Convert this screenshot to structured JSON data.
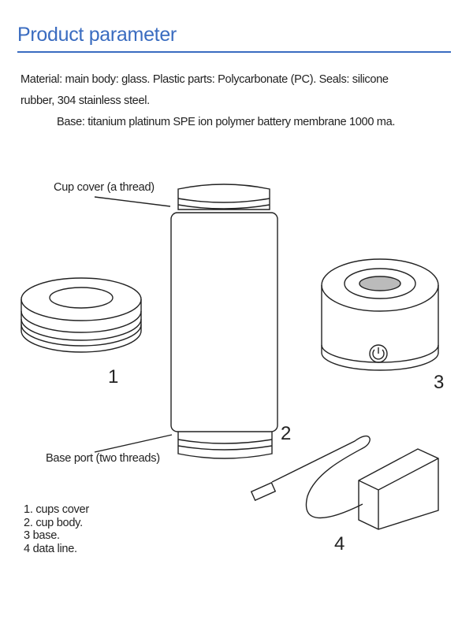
{
  "header": {
    "title": "Product parameter",
    "accent_color": "#3a6cc0"
  },
  "description": {
    "line1": "Material: main body: glass. Plastic parts: Polycarbonate (PC). Seals: silicone",
    "line2": "rubber, 304 stainless steel.",
    "line3": "Base: titanium platinum SPE ion polymer battery membrane 1000 ma."
  },
  "diagram": {
    "cup_cover_label": "Cup cover (a thread)",
    "base_port_label": "Base port (two threads)",
    "num1": "1",
    "num2": "2",
    "num3": "3",
    "num4": "4"
  },
  "legend": [
    "1. cups cover",
    "2. cup body.",
    "3 base.",
    "4 data line."
  ]
}
